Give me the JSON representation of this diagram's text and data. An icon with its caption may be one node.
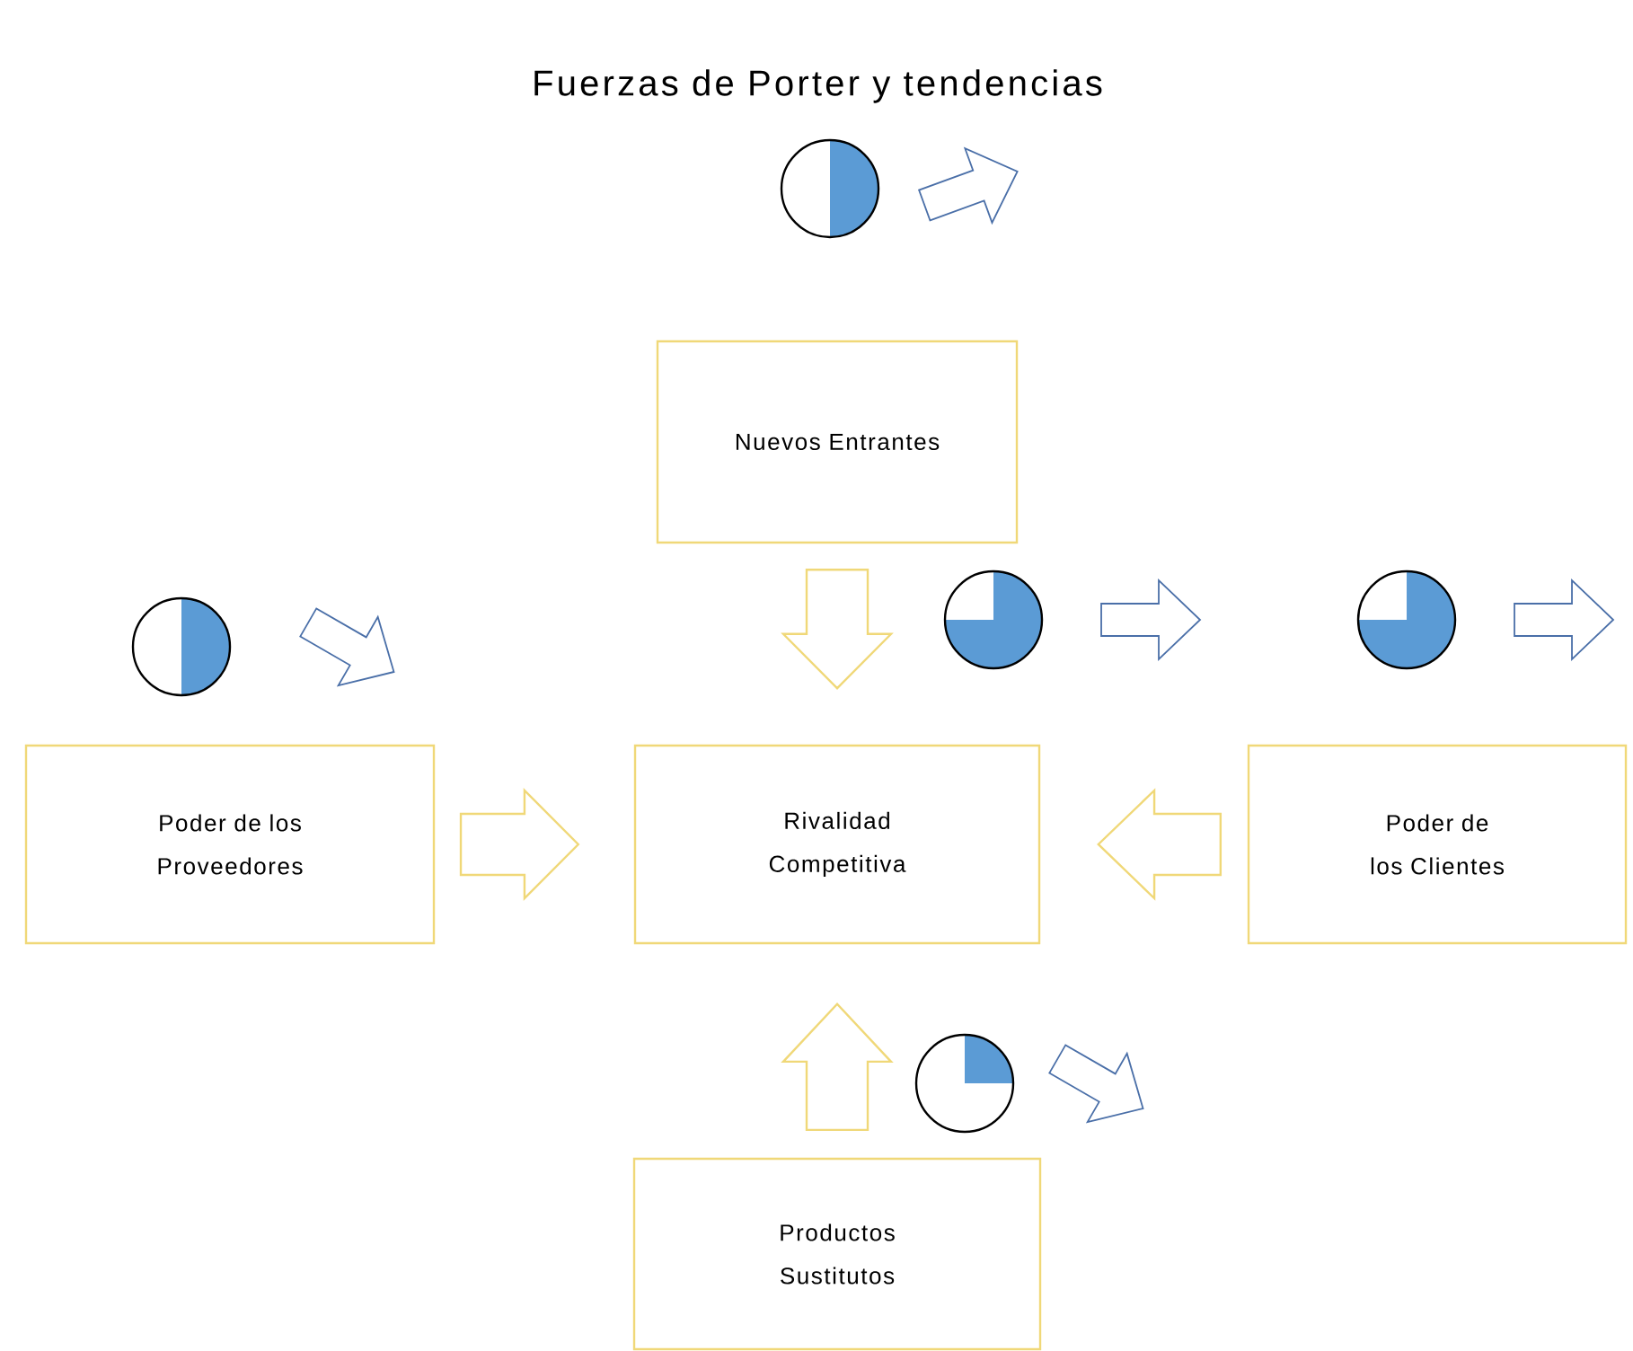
{
  "diagram": {
    "title": "Fuerzas de Porter y tendencias",
    "nodes": [
      {
        "text": [
          "Nuevos Entrantes"
        ]
      },
      {
        "text": [
          "Poder de los Proveedores"
        ]
      },
      {
        "text": [
          "Rivalidad Competitiva"
        ]
      },
      {
        "text": [
          "Poder de los Clientes"
        ]
      },
      {
        "text": [
          "Productos Sustitutos"
        ]
      }
    ],
    "edges": [
      {
        "from": 0,
        "to": 2,
        "arrow": "to"
      },
      {
        "from": 1,
        "to": 2,
        "arrow": "to"
      },
      {
        "from": 3,
        "to": 2,
        "arrow": "to"
      },
      {
        "from": 4,
        "to": 2,
        "arrow": "to"
      }
    ]
  }
}
